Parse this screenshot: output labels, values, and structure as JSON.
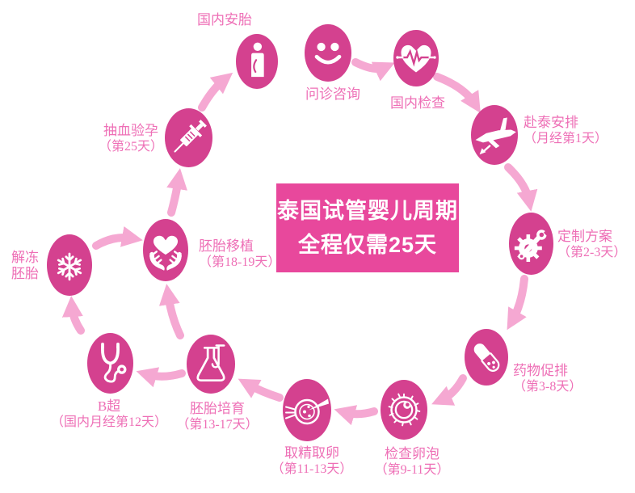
{
  "banner": {
    "line1": "泰国试管婴儿周期",
    "line2": "全程仅需25天"
  },
  "colors": {
    "node_fill": "#d4418f",
    "banner_fill": "#e8489c",
    "label_text": "#ee6fb6",
    "arrow": "#f5a8d2",
    "icon": "#ffffff",
    "background": "#ffffff"
  },
  "steps": [
    {
      "name": "consultation",
      "icon": "smiley-face-icon",
      "label": "问诊咨询",
      "sub": ""
    },
    {
      "name": "domestic-checkup",
      "icon": "heart-heartbeat-icon",
      "label": "国内检查",
      "sub": ""
    },
    {
      "name": "thailand-trip",
      "icon": "airplane-icon",
      "label": "赴泰安排",
      "sub": "（月经第1天）"
    },
    {
      "name": "custom-plan",
      "icon": "gear-wrench-icon",
      "label": "定制方案",
      "sub": "（第2-3天）"
    },
    {
      "name": "ovulation-medication",
      "icon": "capsule-pill-icon",
      "label": "药物促排",
      "sub": "（第3-8天）"
    },
    {
      "name": "follicle-check",
      "icon": "ovum-cell-icon",
      "label": "检查卵泡",
      "sub": "（第9-11天）"
    },
    {
      "name": "sperm-egg-retrieval",
      "icon": "egg-injection-icon",
      "label": "取精取卵",
      "sub": "（第11-13天）"
    },
    {
      "name": "embryo-culture",
      "icon": "lab-flask-icon",
      "label": "胚胎培育",
      "sub": "（第13-17天）"
    },
    {
      "name": "b-ultrasound",
      "icon": "stethoscope-icon",
      "label": "B超",
      "sub": "（国内月经第12天）"
    },
    {
      "name": "thaw-embryo",
      "icon": "snowflake-icon",
      "label": "解冻胚胎",
      "sub": ""
    },
    {
      "name": "embryo-transfer",
      "icon": "hands-heart-icon",
      "label": "胚胎移植",
      "sub": "（第18-19天）"
    },
    {
      "name": "blood-pregnancy-test",
      "icon": "syringe-icon",
      "label": "抽血验孕",
      "sub": "（第25天）"
    },
    {
      "name": "domestic-prenatal-care",
      "icon": "pregnant-woman-icon",
      "label": "国内安胎",
      "sub": ""
    }
  ],
  "flow": [
    [
      "consultation",
      "domestic-checkup"
    ],
    [
      "domestic-checkup",
      "thailand-trip"
    ],
    [
      "thailand-trip",
      "custom-plan"
    ],
    [
      "custom-plan",
      "ovulation-medication"
    ],
    [
      "ovulation-medication",
      "follicle-check"
    ],
    [
      "follicle-check",
      "sperm-egg-retrieval"
    ],
    [
      "sperm-egg-retrieval",
      "embryo-culture"
    ],
    [
      "embryo-culture",
      "b-ultrasound"
    ],
    [
      "b-ultrasound",
      "thaw-embryo"
    ],
    [
      "thaw-embryo",
      "embryo-transfer"
    ],
    [
      "embryo-culture",
      "embryo-transfer"
    ],
    [
      "embryo-transfer",
      "blood-pregnancy-test"
    ],
    [
      "blood-pregnancy-test",
      "domestic-prenatal-care"
    ]
  ]
}
